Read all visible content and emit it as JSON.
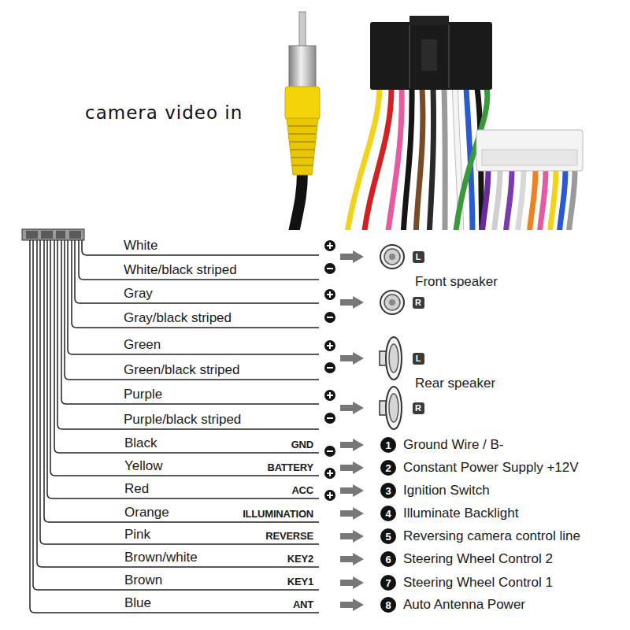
{
  "diagram": {
    "nodes": [
      {
        "text": [
          "L"
        ]
      },
      {
        "text": [
          "R"
        ]
      },
      {
        "text": [
          "L"
        ]
      },
      {
        "text": [
          "R"
        ]
      },
      {
        "text": [
          "1"
        ]
      },
      {
        "text": [
          "2"
        ]
      },
      {
        "text": [
          "3"
        ]
      },
      {
        "text": [
          "4"
        ]
      },
      {
        "text": [
          "5"
        ]
      },
      {
        "text": [
          "6"
        ]
      },
      {
        "text": [
          "7"
        ]
      },
      {
        "text": [
          "8"
        ]
      }
    ],
    "labels": [
      "camera video in",
      "White",
      "White/black striped",
      "Front speaker",
      "Gray",
      "Gray/black striped",
      "Green",
      "Green/black striped",
      "Rear speaker",
      "Purple",
      "Purple/black striped",
      "Black",
      "GND",
      "Ground Wire / B-",
      "Yellow",
      "BATTERY",
      "Constant Power Supply +12V",
      "Red",
      "ACC",
      "Ignition Switch",
      "Orange",
      "ILLUMINATION",
      "Illuminate Backlight",
      "Pink",
      "REVERSE",
      "Reversing camera control line",
      "Brown/white",
      "KEY2",
      "Steering Wheel Control 2",
      "Brown",
      "KEY1",
      "Steering Wheel Control 1",
      "Blue",
      "ANT",
      "Auto Antenna Power"
    ]
  }
}
